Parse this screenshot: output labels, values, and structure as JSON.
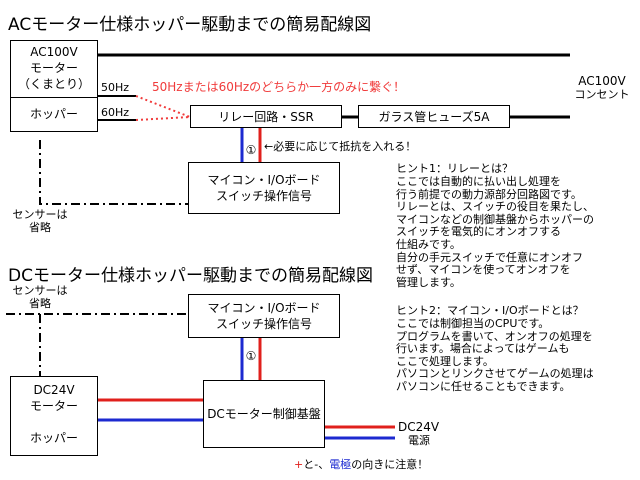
{
  "colors": {
    "red": "#e0201c",
    "blue": "#1c2ad0",
    "pink": "#f03b3b",
    "black": "#000000"
  },
  "ac": {
    "title": "ACモーター仕様ホッパー駆動までの簡易配線図",
    "motor": {
      "line1": "AC100V",
      "line2": "モーター",
      "line3": "（くまとり）",
      "line4": "ホッパー"
    },
    "hz50": "50Hz",
    "hz60": "60Hz",
    "note": "50Hzまたは60Hzのどちらか一方のみに繋ぐ！",
    "relay": "リレー回路・SSR",
    "fuse": "ガラス管ヒューズ5A",
    "outlet": {
      "line1": "AC100V",
      "line2": "コンセント"
    },
    "resistor_note": "←必要に応じて抵抗を入れる！",
    "circle": "①",
    "board": {
      "line1": "マイコン・I/Oボード",
      "line2": "スイッチ操作信号"
    },
    "sensor": {
      "line1": "センサーは",
      "line2": "省略"
    }
  },
  "dc": {
    "title": "DCモーター仕様ホッパー駆動までの簡易配線図",
    "sensor": {
      "line1": "センサーは",
      "line2": "省略"
    },
    "board": {
      "line1": "マイコン・I/Oボード",
      "line2": "スイッチ操作信号"
    },
    "circle": "①",
    "motor": {
      "line1": "DC24V",
      "line2": "モーター",
      "line3": "ホッパー"
    },
    "controller": "DCモーター制御基盤",
    "power": {
      "line1": "DC24V",
      "line2": "電源"
    },
    "polarity": {
      "plus": "+",
      "mid": "と-、",
      "pole": "電極",
      "rest": "の向きに注意！"
    }
  },
  "hint1": {
    "title": "ヒント1：リレーとは？",
    "body": "ここでは自動的に払い出し処理を\n行う前提での動力源部分回路図です。\nリレーとは、スイッチの役目を果たし、\nマイコンなどの制御基盤からホッパーの\nスイッチを電気的にオンオフする\n仕組みです。\n自分の手元スイッチで任意にオンオフ\nせず、マイコンを使ってオンオフを\n管理します。"
  },
  "hint2": {
    "title": "ヒント2：マイコン・I/Oボードとは？",
    "body": "ここでは制御担当のCPUです。\nプログラムを書いて、オンオフの処理を\n行います。場合によってはゲームも\nここで処理します。\nパソコンとリンクさせてゲームの処理は\nパソコンに任せることもできます。"
  }
}
